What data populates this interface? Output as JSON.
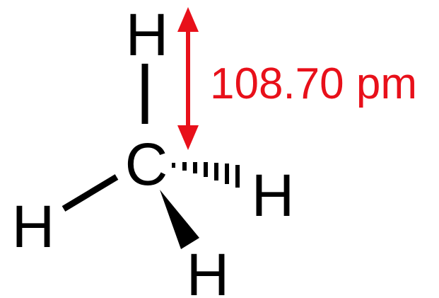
{
  "molecule": {
    "central_atom": "C",
    "atom_top": "H",
    "atom_left": "H",
    "atom_right": "H",
    "atom_bottom": "H"
  },
  "measurement": {
    "label": "108.70 pm",
    "color": "#e8101a"
  },
  "bond_styles": {
    "top": "plain",
    "left": "plain",
    "right": "hashed-wedge",
    "bottom": "solid-wedge"
  }
}
